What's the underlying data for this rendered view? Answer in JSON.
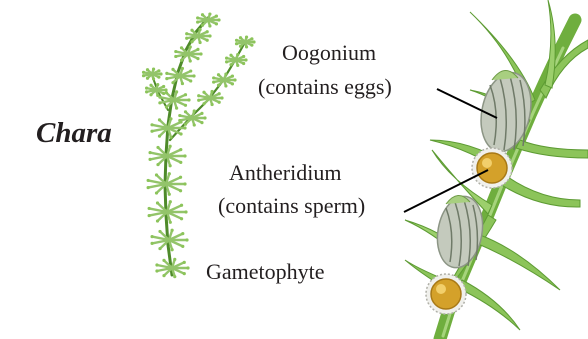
{
  "title": "Chara",
  "labels": {
    "oogonium_line1": "Oogonium",
    "oogonium_line2": "(contains eggs)",
    "antheridium_line1": "Antheridium",
    "antheridium_line2": "(contains sperm)",
    "gametophyte": "Gametophyte"
  },
  "colors": {
    "stem": "#6fae3e",
    "stem_dark": "#4e8a2a",
    "leaf": "#8cc45a",
    "leaf_light": "#b9dc8d",
    "whorl": "#93c46a",
    "antheridium": "#d4a12a",
    "antheridium_dark": "#a87916",
    "oogonium": "#b7bdb0",
    "oogonium_stripe": "#6f7a68",
    "leader": "#000000"
  }
}
